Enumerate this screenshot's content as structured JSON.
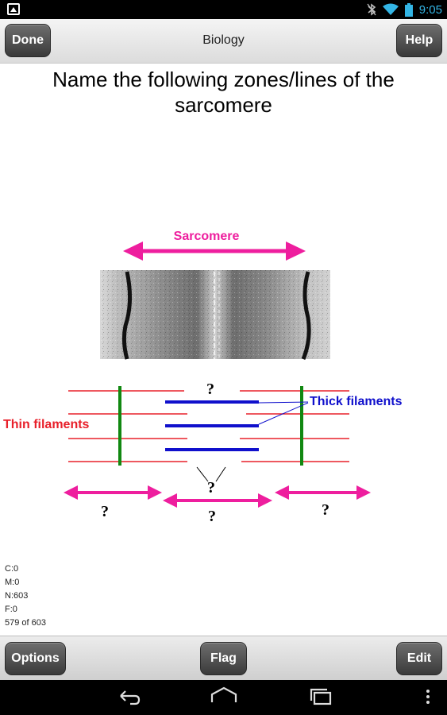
{
  "status_bar": {
    "time": "9:05",
    "icons": [
      "image-notification-icon",
      "bluetooth-off-icon",
      "wifi-icon",
      "battery-icon"
    ],
    "time_color": "#33b5e5"
  },
  "header": {
    "title": "Biology",
    "done_label": "Done",
    "help_label": "Help"
  },
  "question": {
    "text": "Name the following zones/lines of the sarcomere"
  },
  "diagram": {
    "sarcomere_label": "Sarcomere",
    "thin_filaments_label": "Thin filaments",
    "thick_filaments_label": "Thick filaments",
    "unknown_marks": [
      "?",
      "?",
      "?",
      "?",
      "?"
    ],
    "colors": {
      "arrow": "#ee1e9e",
      "thin_filament": "#e8202a",
      "thick_filament": "#1010cc",
      "z_line": "#118811"
    }
  },
  "stats": {
    "correct": "C:0",
    "missed": "M:0",
    "new": "N:603",
    "flagged": "F:0",
    "progress": "579 of 603"
  },
  "toolbar": {
    "options_label": "Options",
    "flag_label": "Flag",
    "edit_label": "Edit"
  },
  "nav": {
    "icons": [
      "back-icon",
      "home-icon",
      "recent-apps-icon",
      "overflow-menu-icon"
    ]
  }
}
